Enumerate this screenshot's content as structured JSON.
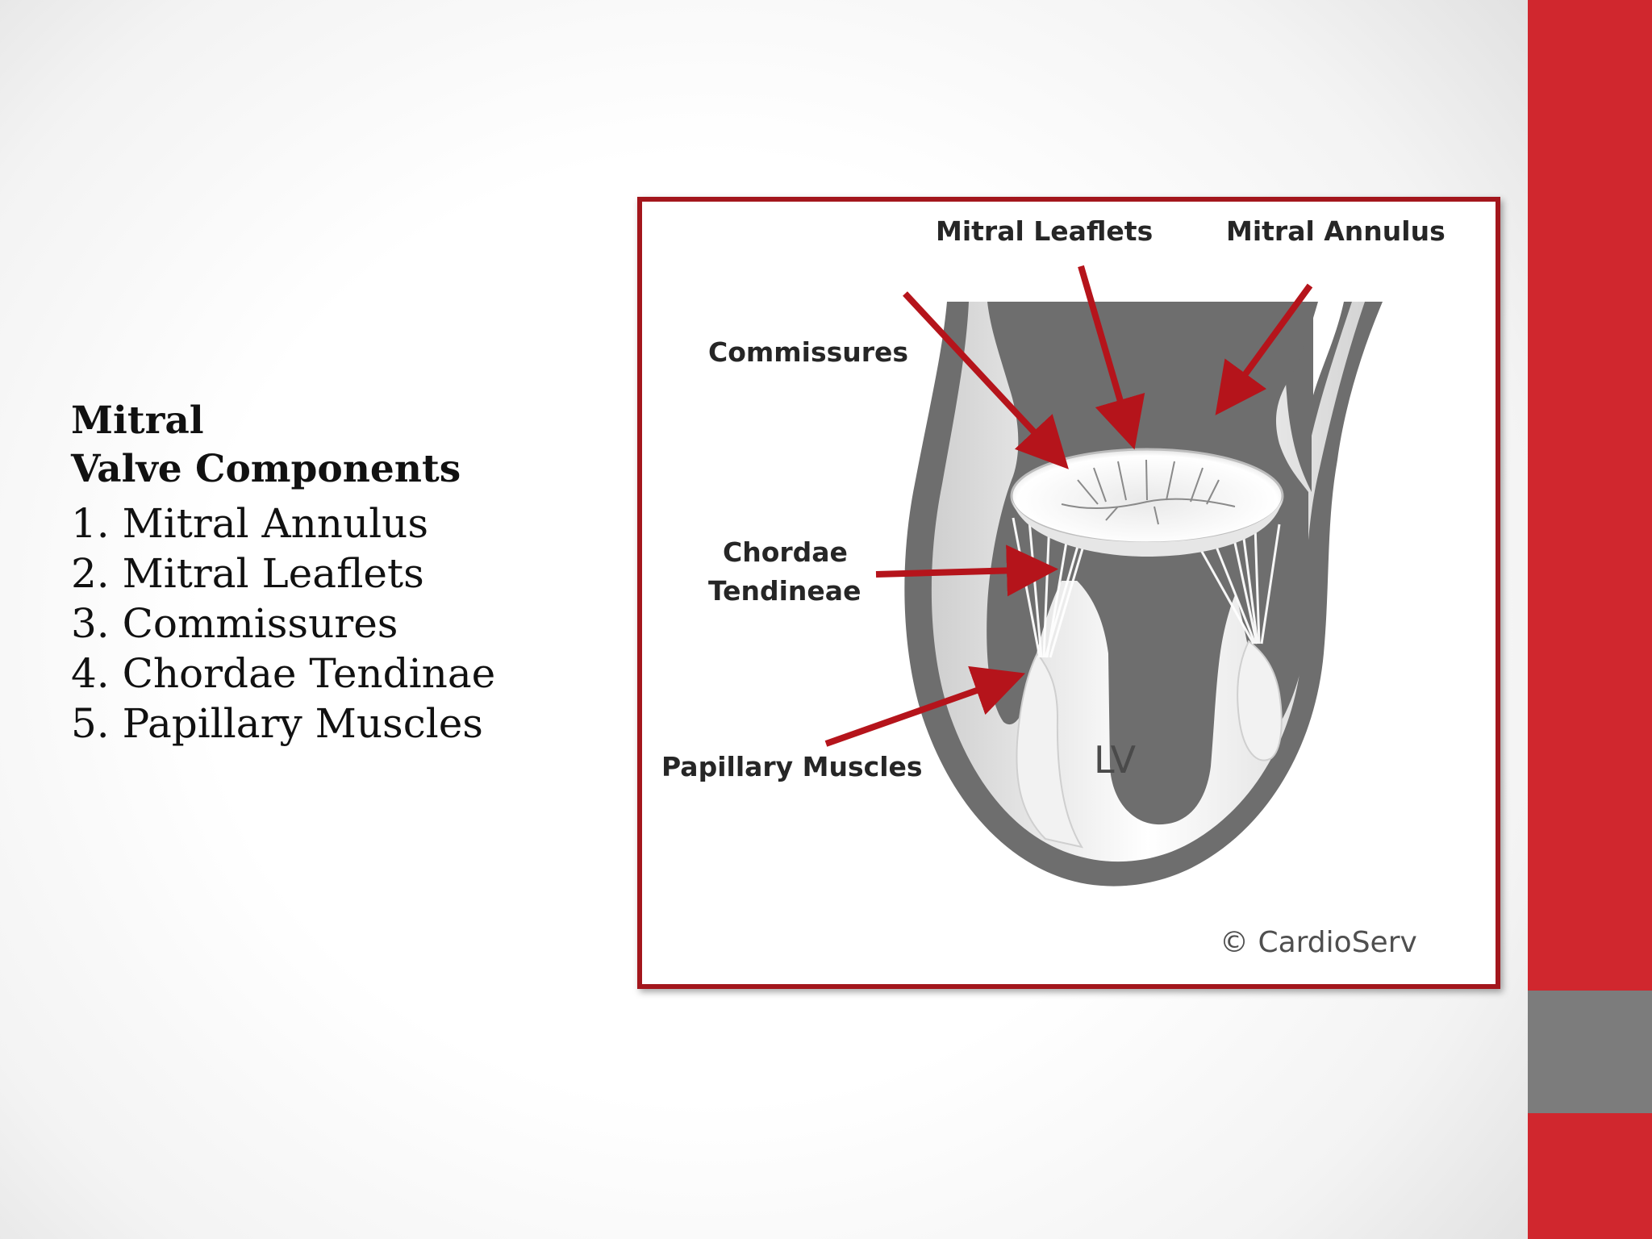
{
  "slide": {
    "heading_line1": "Mitral",
    "heading_line2": "Valve Components",
    "items": [
      "1. Mitral Annulus",
      "2. Mitral Leaflets",
      "3. Commissures",
      "4. Chordae Tendinae",
      "5. Papillary Muscles"
    ]
  },
  "figure": {
    "labels": {
      "mitral_leaflets": "Mitral Leaflets",
      "mitral_annulus": "Mitral Annulus",
      "commissures": "Commissures",
      "chordae_line1": "Chordae",
      "chordae_line2": "Tendineae",
      "papillary_muscles": "Papillary Muscles",
      "chamber": "LV"
    },
    "copyright": "© CardioServ"
  },
  "colors": {
    "accent_red": "#d0272e",
    "frame_red": "#a3161c",
    "sidebar_gray": "#7c7c7c",
    "chamber_gray": "#6e6e6e"
  }
}
